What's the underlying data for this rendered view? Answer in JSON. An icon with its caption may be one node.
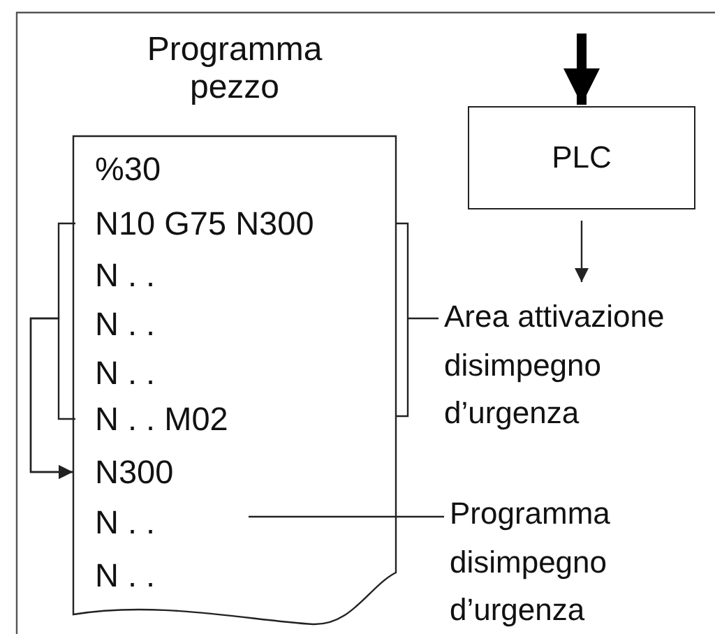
{
  "diagram": {
    "nodes": [
      {
        "text": [
          "Programma pezzo"
        ]
      },
      {
        "text": [
          "%30"
        ],
        "in": 0
      },
      {
        "text": [
          "N10 G75 N300"
        ],
        "in": 0
      },
      {
        "text": [
          "N . ."
        ],
        "in": 0
      },
      {
        "text": [
          "N . ."
        ],
        "in": 0
      },
      {
        "text": [
          "N . ."
        ],
        "in": 0
      },
      {
        "text": [
          "N . . M02"
        ],
        "in": 0
      },
      {
        "text": [
          "N300"
        ],
        "in": 0
      },
      {
        "text": [
          "N . ."
        ],
        "in": 0
      },
      {
        "text": [
          "N . ."
        ],
        "in": 0
      },
      {
        "text": [
          "PLC"
        ]
      },
      {
        "text": [
          "Area attivazione disimpegno d’urgenza"
        ]
      },
      {
        "text": [
          "Programma disimpegno d’urgenza"
        ]
      }
    ],
    "edges": [
      {
        "from": null,
        "to": 10,
        "arrow": "to",
        "style": "thick"
      },
      {
        "from": 10,
        "to": 11,
        "arrow": "to"
      },
      {
        "from": 2,
        "to": 7,
        "arrow": "to"
      },
      {
        "from": 11,
        "to": 0,
        "arrow": "none"
      },
      {
        "from": 12,
        "to": 0,
        "arrow": "none"
      },
      {
        "from": 6,
        "to": 7,
        "arrow": "to"
      }
    ]
  }
}
